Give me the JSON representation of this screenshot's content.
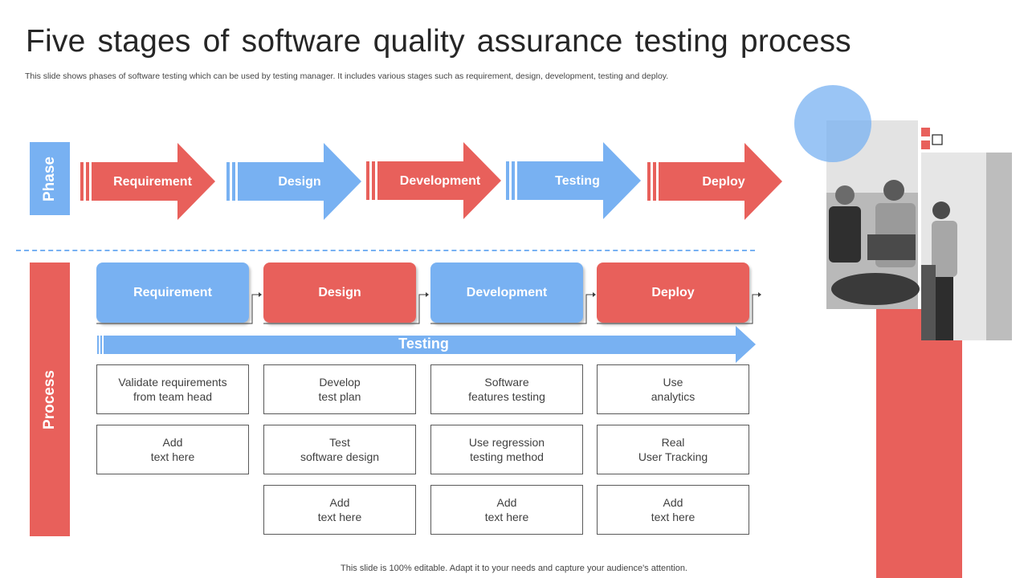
{
  "title": "Five stages of software quality assurance testing process",
  "subtitle": "This slide shows phases of software testing which can be used by testing manager. It includes various stages such as requirement, design, development, testing and deploy.",
  "phase_label": "Phase",
  "process_label": "Process",
  "phases": [
    "Requirement",
    "Design",
    "Development",
    "Testing",
    "Deploy"
  ],
  "stages": [
    "Requirement",
    "Design",
    "Development",
    "Deploy"
  ],
  "testing_label": "Testing",
  "tasks": {
    "col1": [
      [
        "Validate requirements",
        "from team head"
      ],
      [
        "Add",
        "text here"
      ]
    ],
    "col2": [
      [
        "Develop",
        "test plan"
      ],
      [
        "Test",
        "software design"
      ],
      [
        "Add",
        "text here"
      ]
    ],
    "col3": [
      [
        "Software",
        "features testing"
      ],
      [
        "Use regression",
        "testing method"
      ],
      [
        "Add",
        "text here"
      ]
    ],
    "col4": [
      [
        "Use",
        "analytics"
      ],
      [
        "Real",
        "User Tracking"
      ],
      [
        "Add",
        "text here"
      ]
    ]
  },
  "footer": "This slide is 100% editable. Adapt it to your needs and capture your audience's attention.",
  "colors": {
    "blue": "#78b1f2",
    "red": "#e8605b"
  }
}
